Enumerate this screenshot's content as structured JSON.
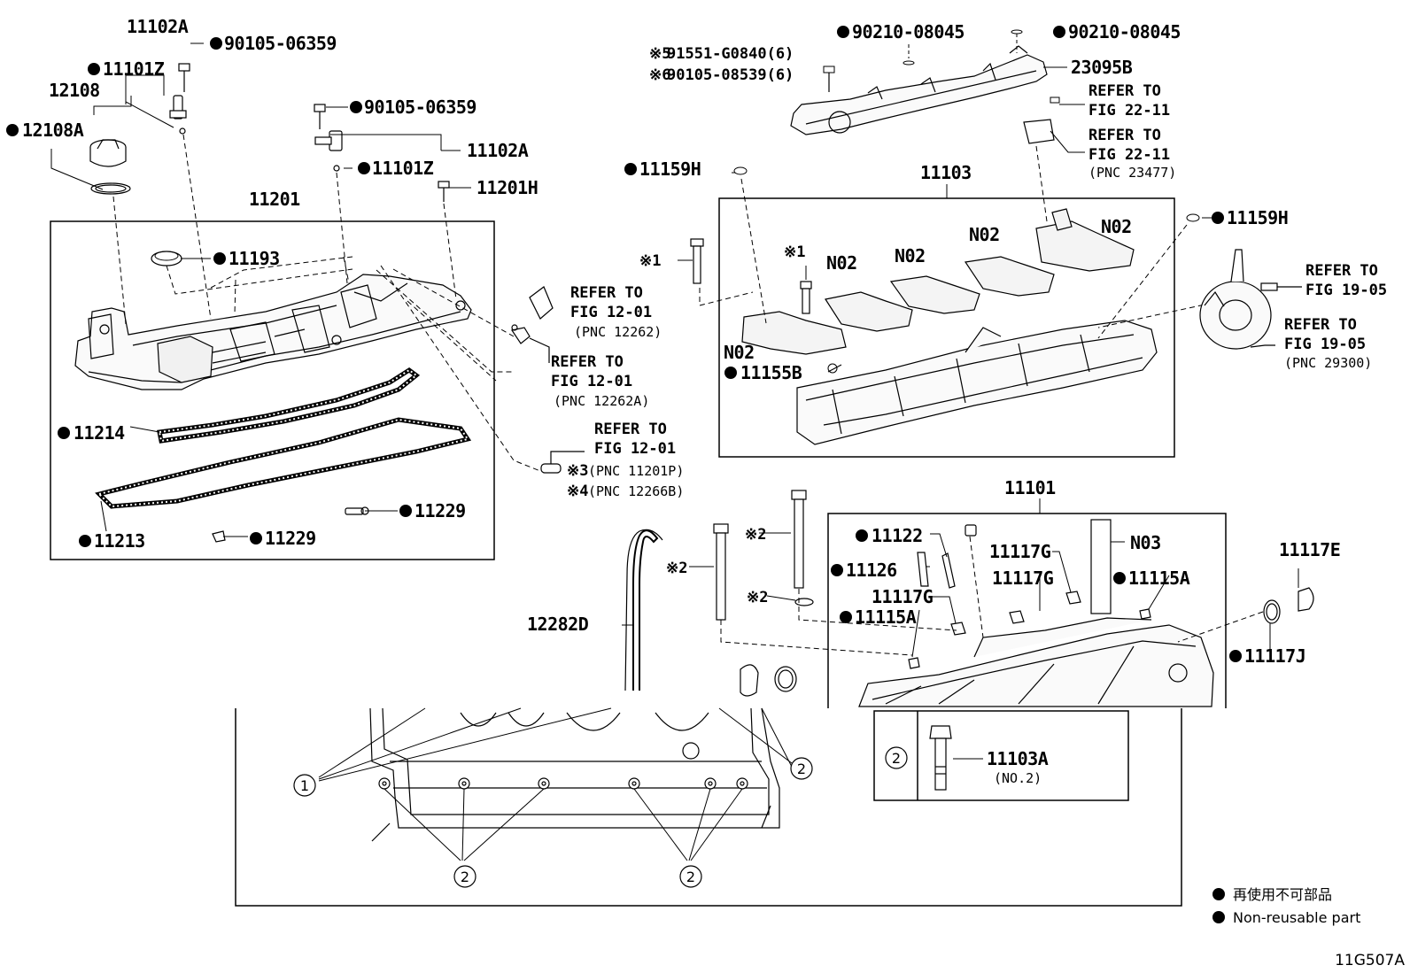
{
  "labels": {
    "p11102A_top": "11102A",
    "p90105_top": "90105-06359",
    "p11101Z_top": "11101Z",
    "p12108": "12108",
    "p12108A": "12108A",
    "p90105_mid": "90105-06359",
    "p11102A_mid": "11102A",
    "p11101Z_mid": "11101Z",
    "p11201H": "11201H",
    "p11201": "11201",
    "p11193": "11193",
    "p11214": "11214",
    "p11213": "11213",
    "p11229a": "11229",
    "p11229b": "11229",
    "p90210_a": "90210-08045",
    "p90210_b": "90210-08045",
    "n5_code": "91551-G0840(6)",
    "n6_code": "90105-08539(6)",
    "p23095B": "23095B",
    "p11159H_a": "11159H",
    "p11159H_b": "11159H",
    "p11103": "11103",
    "n02_a": "N02",
    "n02_b": "N02",
    "n02_c": "N02",
    "n02_d": "N02",
    "n02_e": "N02",
    "p11155B": "11155B",
    "p11101": "11101",
    "p11122": "11122",
    "p11126": "11126",
    "p11117G_a": "11117G",
    "p11117G_b": "11117G",
    "p11117G_c": "11117G",
    "n03": "N03",
    "p11115A_a": "11115A",
    "p11115A_b": "11115A",
    "p11117E": "11117E",
    "p11117J": "11117J",
    "p12282D": "12282D",
    "p11103A": "11103A",
    "p11103A_sub": "(NO.2)"
  },
  "refs": {
    "refer_to": "REFER TO",
    "fig_22_11_a": "FIG 22-11",
    "fig_22_11_b": "FIG 22-11",
    "pnc_23477": "(PNC 23477)",
    "fig_19_05_a": "FIG 19-05",
    "fig_19_05_b": "FIG 19-05",
    "pnc_29300": "(PNC 29300)",
    "fig_12_01_a": "FIG 12-01",
    "pnc_12262": "(PNC 12262)",
    "fig_12_01_b": "FIG 12-01",
    "pnc_12262A": "(PNC 12262A)",
    "fig_12_01_c": "FIG 12-01",
    "n3_pnc": "(PNC 11201P)",
    "n4_pnc": "(PNC 12266B)"
  },
  "marks": {
    "note1": "※1",
    "note2": "※2",
    "note3": "※3",
    "note4": "※4",
    "note5": "※5",
    "note6": "※6",
    "circ1": "1",
    "circ2": "2"
  },
  "legend": {
    "jp": "再使用不可部品",
    "en": "Non-reusable part"
  },
  "footer": {
    "diagram_code": "11G507A"
  }
}
